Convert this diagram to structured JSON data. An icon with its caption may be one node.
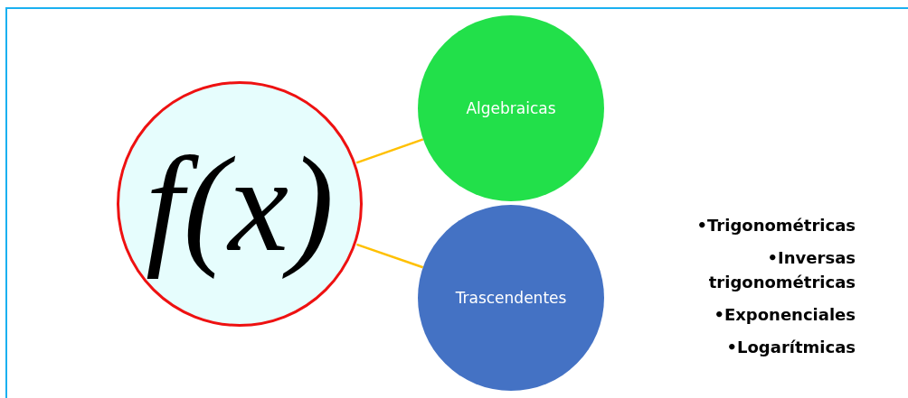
{
  "diagram": {
    "nodes": [
      {
        "text": [
          "f(x)"
        ]
      },
      {
        "text": [
          "Algebraicas"
        ]
      },
      {
        "text": [
          "Trascendentes"
        ]
      }
    ],
    "edges": [
      {
        "from": 0,
        "to": 1,
        "arrow": "none"
      },
      {
        "from": 0,
        "to": 2,
        "arrow": "none"
      }
    ],
    "labels": [
      "•Trigonométricas",
      "•Inversas trigonométricas",
      "•Exponenciales",
      "•Logarítmicas"
    ]
  }
}
